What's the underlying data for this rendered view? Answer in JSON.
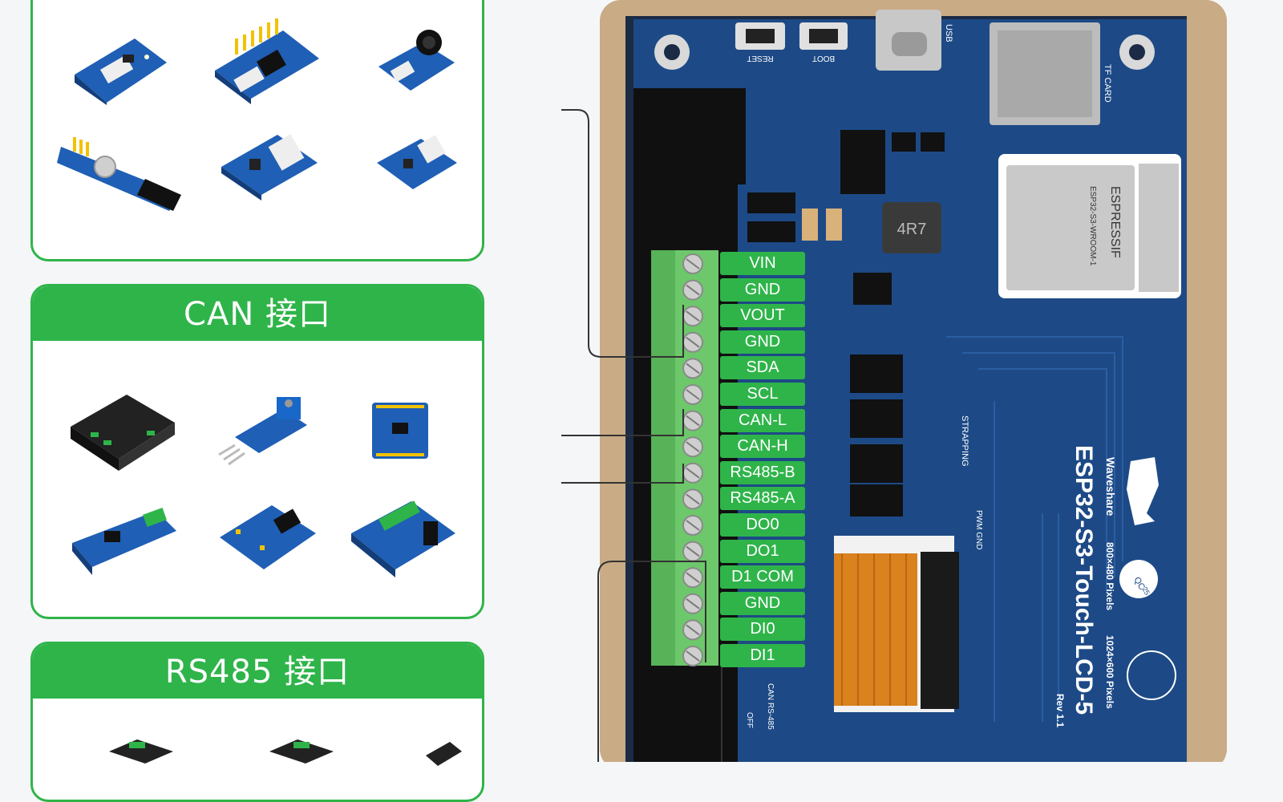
{
  "panels": {
    "sensors_title": "",
    "can_title": "CAN 接口",
    "rs485_title": "RS485 接口"
  },
  "terminal_pins": [
    "VIN",
    "GND",
    "VOUT",
    "GND",
    "SDA",
    "SCL",
    "CAN-L",
    "CAN-H",
    "RS485-B",
    "RS485-A",
    "DO0",
    "DO1",
    "D1 COM",
    "GND",
    "DI0",
    "DI1"
  ],
  "board": {
    "name": "ESP32-S3-Touch-LCD-5",
    "brand": "Waveshare",
    "resolution_1": "800×480 Pixels",
    "resolution_2": "1024×600 Pixels",
    "revision": "Rev 1.1",
    "module_name": "ESPRESSIF",
    "module_model": "ESP32-S3-WROOM-1",
    "inductor": "4R7",
    "usb_label": "USB",
    "tf_label": "TF CARD",
    "reset_label": "RESET",
    "boot_label": "BOOT",
    "strapping_label": "STRAPPING",
    "pwm_label": "PWM GND",
    "can_switch_label": "CAN RS-485",
    "off_label": "OFF",
    "qc_label": "QC",
    "qc_num": "25"
  },
  "colors": {
    "accent": "#2fb44a",
    "pcb": "#1d4a86",
    "terminal": "#6cc86a"
  }
}
